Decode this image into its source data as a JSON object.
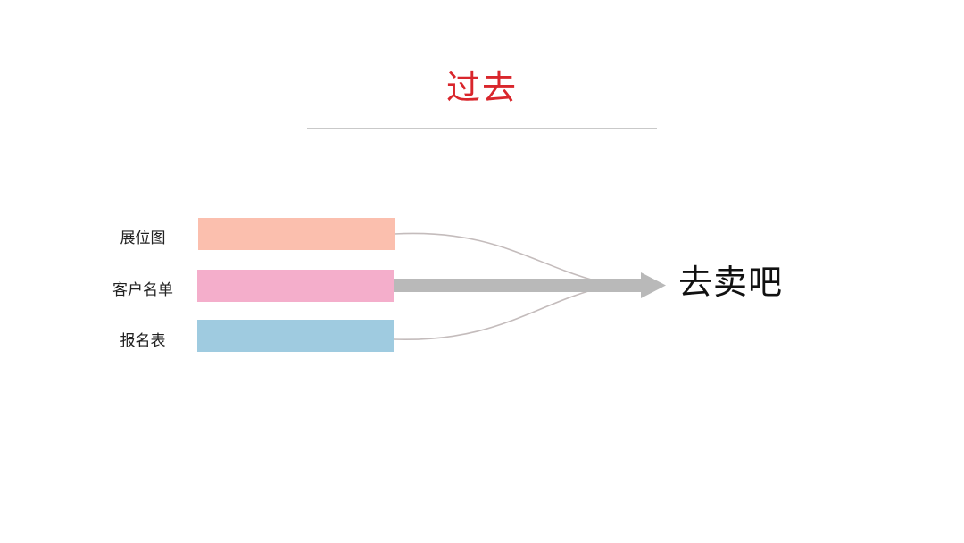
{
  "title": {
    "text": "过去",
    "color": "#d9262c"
  },
  "rows": [
    {
      "label": "展位图",
      "color": "#fbbfae"
    },
    {
      "label": "客户名单",
      "color": "#f4aecb"
    },
    {
      "label": "报名表",
      "color": "#9fcbe0"
    }
  ],
  "result": {
    "text": "去卖吧",
    "color": "#111111"
  },
  "connector": {
    "arrow_color": "#b9b9b9",
    "curve_color": "#c4bcbc"
  }
}
